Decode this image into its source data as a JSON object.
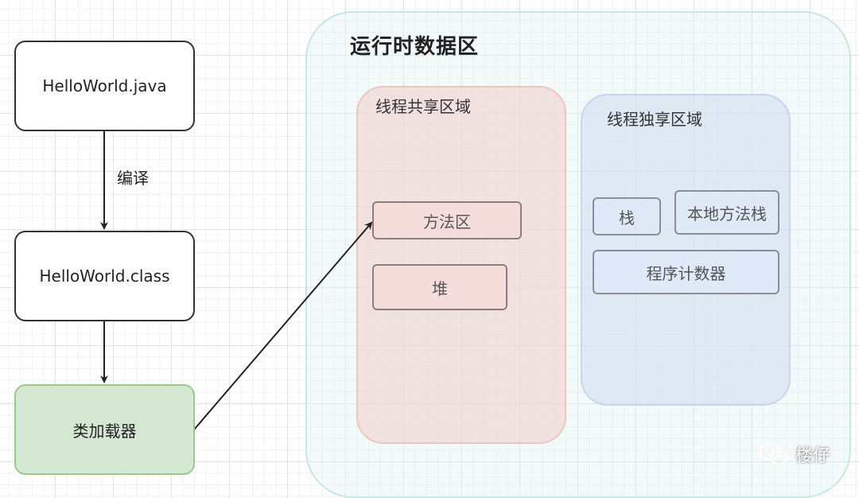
{
  "flow": {
    "source_file": "HelloWorld.java",
    "compile_label": "编译",
    "class_file": "HelloWorld.class",
    "class_loader": "类加载器"
  },
  "runtime_area": {
    "title": "运行时数据区",
    "shared": {
      "title": "线程共享区域",
      "method_area": "方法区",
      "heap": "堆"
    },
    "private": {
      "title": "线程独享区域",
      "stack": "栈",
      "native_method_stack": "本地方法栈",
      "program_counter": "程序计数器"
    }
  },
  "watermark": {
    "icon": "wechat-icon",
    "text": "楼仔"
  },
  "colors": {
    "loader_fill": "#d5e8d4",
    "shared_fill": "#f0cdc8",
    "private_fill": "#d2def0",
    "runtime_fill": "#dcf2f0"
  }
}
